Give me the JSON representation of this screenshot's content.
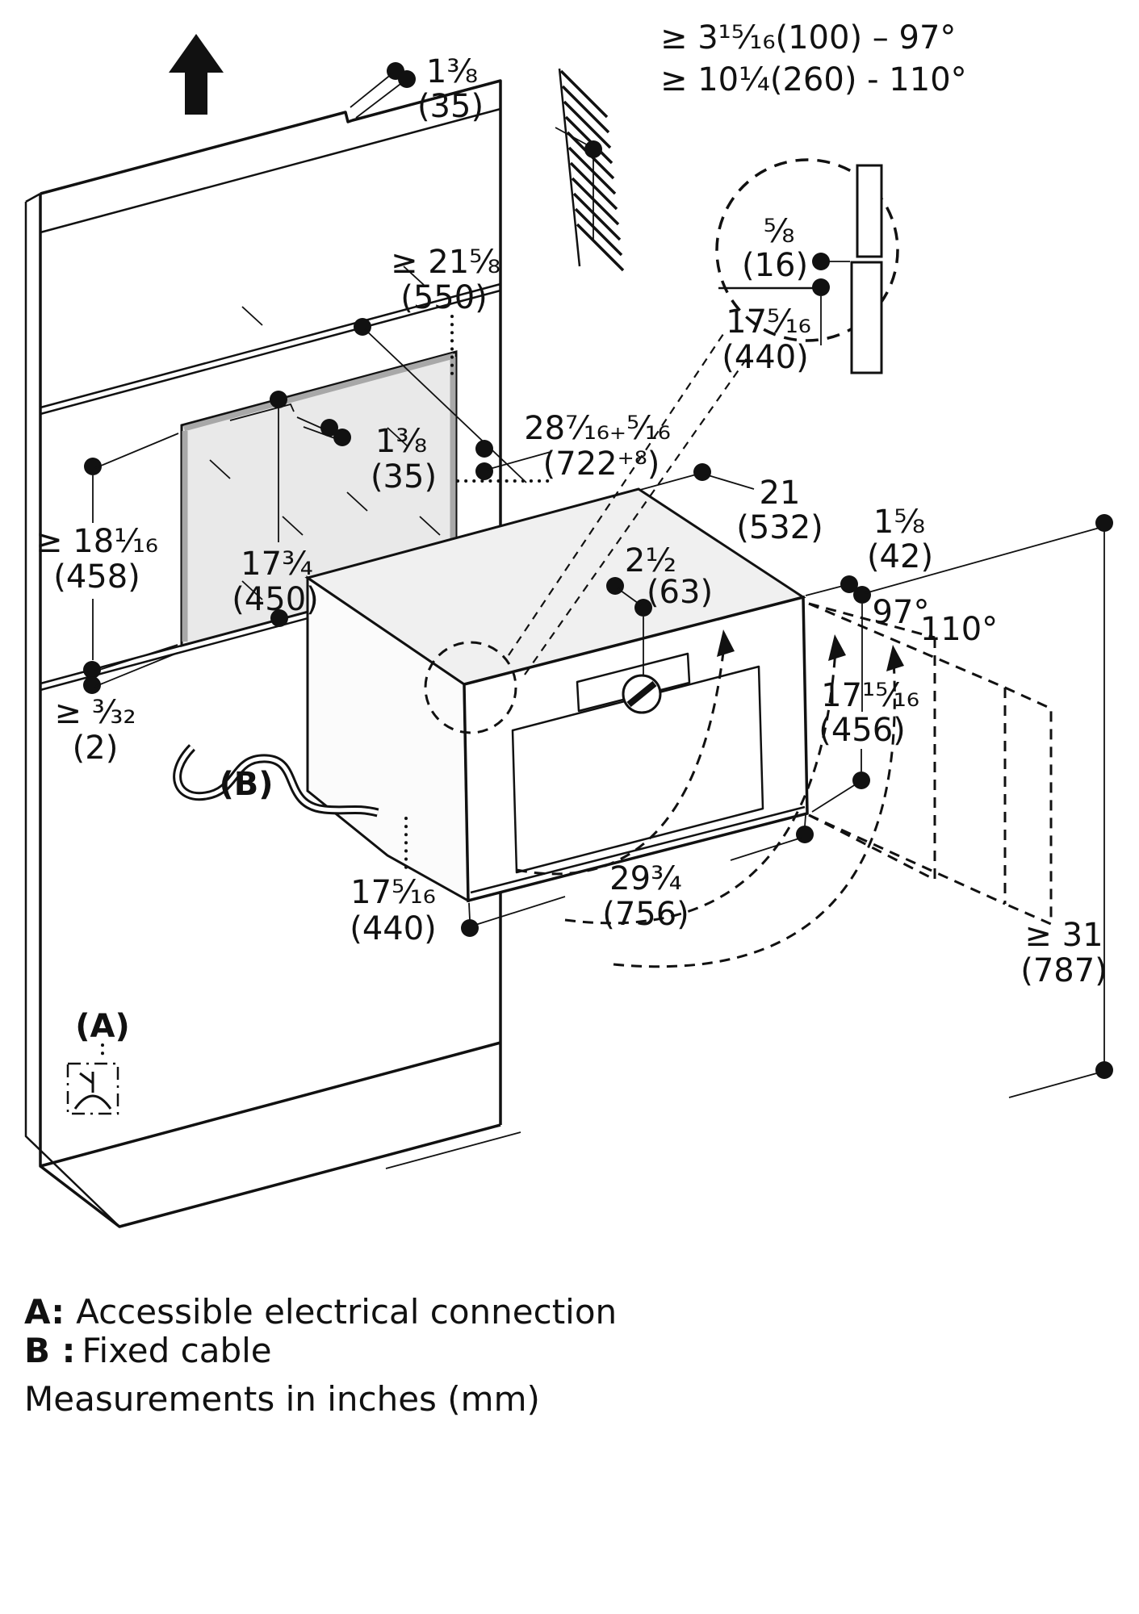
{
  "notes": {
    "line1": "≥ 3¹⁵⁄₁₆(100) – 97°",
    "line2": "≥ 10¹⁄₄(260) -  110°"
  },
  "dims": {
    "top_overhang": {
      "in": "1³⁄₈",
      "mm": "(35)"
    },
    "depth_min": {
      "in": "≥ 21⁵⁄₈",
      "mm": "(550)"
    },
    "detail_gap": {
      "in": "⁵⁄₈",
      "mm": "(16)"
    },
    "detail_height": {
      "in": "17⁵⁄₁₆",
      "mm": "(440)"
    },
    "niche_trim": {
      "in": "1³⁄₈",
      "mm": "(35)"
    },
    "niche_width": {
      "in": "28⁷⁄₁₆₊⁵⁄₁₆",
      "mm": "(722⁺⁸)"
    },
    "niche_height_min": {
      "in": "≥ 18¹⁄₁₆",
      "mm": "(458)"
    },
    "niche_inner_height": {
      "in": "17³⁄₄",
      "mm": "(450)"
    },
    "gap_min": {
      "in": "≥ ³⁄₃₂",
      "mm": "(2)"
    },
    "oven_depth": {
      "in": "21",
      "mm": "(532)"
    },
    "door_thickness": {
      "in": "1⁵⁄₈",
      "mm": "(42)"
    },
    "angle_97": "97°",
    "angle_110": "110°",
    "knob_offset": {
      "in": "2¹⁄₂",
      "mm": "(63)"
    },
    "door_height": {
      "in": "17¹⁵⁄₁₆",
      "mm": "(456)"
    },
    "body_width": {
      "in": "17⁵⁄₁₆",
      "mm": "(440)"
    },
    "door_width": {
      "in": "29³⁄₄",
      "mm": "(756)"
    },
    "front_clearance_in": "≥ 31",
    "front_clearance_mm": "(787)"
  },
  "labels": {
    "a": "(A)",
    "b": "(B)"
  },
  "legend": {
    "a_key": "A:",
    "a_text": "Accessible electrical connection",
    "b_key": "B :",
    "b_text": "Fixed cable",
    "units": "Measurements in inches (mm)"
  },
  "colors": {
    "line": "#111111",
    "niche_fill": "#e9e9e9",
    "trim_gray": "#a8a8a8",
    "oven_top": "#f0f0f0"
  }
}
